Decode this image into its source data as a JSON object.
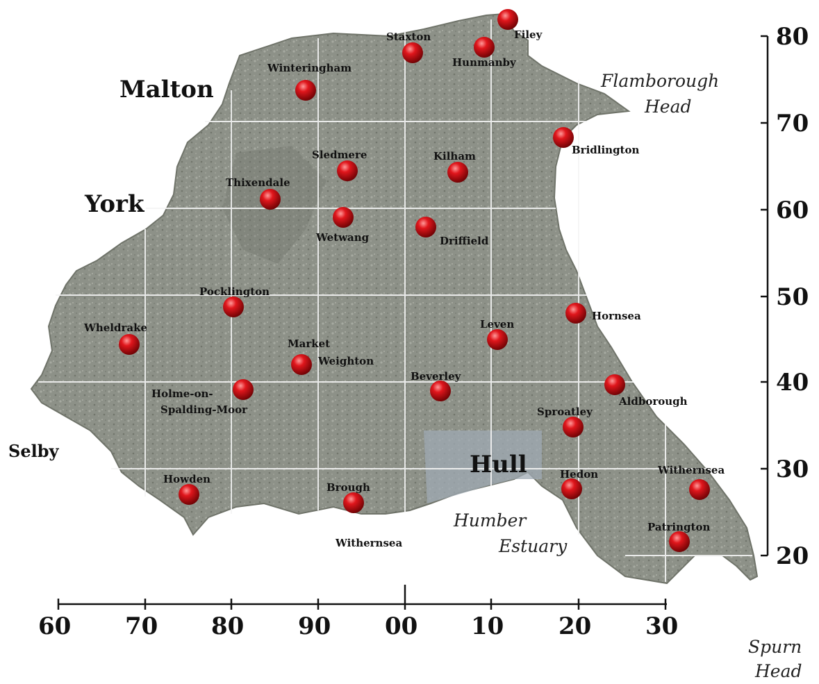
{
  "grid": {
    "x_labels": [
      "60",
      "70",
      "80",
      "90",
      "00",
      "10",
      "20",
      "30"
    ],
    "y_labels": [
      "80",
      "70",
      "60",
      "50",
      "40",
      "30",
      "20"
    ]
  },
  "markers": [
    {
      "name": "Filey"
    },
    {
      "name": "Staxton"
    },
    {
      "name": "Hunmanby"
    },
    {
      "name": "Winteringham"
    },
    {
      "name": "Bridlington"
    },
    {
      "name": "Sledmere"
    },
    {
      "name": "Kilham"
    },
    {
      "name": "Thixendale"
    },
    {
      "name": "Wetwang"
    },
    {
      "name": "Driffield"
    },
    {
      "name": "Pocklington"
    },
    {
      "name": "Hornsea"
    },
    {
      "name": "Wheldrake"
    },
    {
      "name": "Leven"
    },
    {
      "name": "Market Weighton"
    },
    {
      "name": "Beverley"
    },
    {
      "name": "Holme-on-Spalding-Moor"
    },
    {
      "name": "Aldborough"
    },
    {
      "name": "Sproatley"
    },
    {
      "name": "Howden"
    },
    {
      "name": "Brough"
    },
    {
      "name": "Hedon"
    },
    {
      "name": "Withernsea"
    },
    {
      "name": "Patrington"
    }
  ],
  "places": {
    "malton": "Malton",
    "york": "York",
    "selby": "Selby",
    "hull": "Hull",
    "flamborough_1": "Flamborough",
    "flamborough_2": "Head",
    "humber_1": "Humber",
    "humber_2": "Estuary",
    "spurn_1": "Spurn",
    "spurn_2": "Head",
    "stray_label": "Withernsea"
  },
  "colors": {
    "land": "#8d9188",
    "grid": "#f4f4f4",
    "marker": "#cc0f14",
    "marker_highlight": "#ff8a8a",
    "axis": "#111111"
  }
}
